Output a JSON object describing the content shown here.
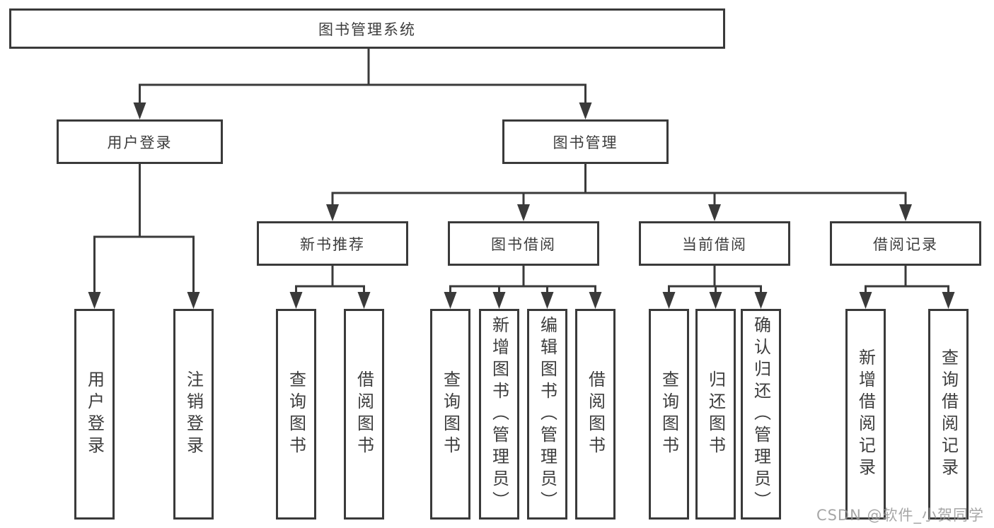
{
  "root": {
    "label": "图书管理系统"
  },
  "level1": [
    {
      "label": "用户登录"
    },
    {
      "label": "图书管理"
    }
  ],
  "level2": [
    {
      "label": "新书推荐"
    },
    {
      "label": "图书借阅"
    },
    {
      "label": "当前借阅"
    },
    {
      "label": "借阅记录"
    }
  ],
  "leaves": [
    {
      "label": "用户登录"
    },
    {
      "label": "注销登录"
    },
    {
      "label": "查询图书"
    },
    {
      "label": "借阅图书"
    },
    {
      "label": "查询图书"
    },
    {
      "label": "新增图书（管理员）"
    },
    {
      "label": "编辑图书（管理员）"
    },
    {
      "label": "借阅图书"
    },
    {
      "label": "查询图书"
    },
    {
      "label": "归还图书"
    },
    {
      "label": "确认归还（管理员）"
    },
    {
      "label": "新增借阅记录"
    },
    {
      "label": "查询借阅记录"
    }
  ],
  "watermark": {
    "text": "CSDN @软件_小贺同学"
  },
  "colors": {
    "line": "#3a3a3a",
    "text": "#3d3d3d",
    "watermark": "#969696",
    "background": "#ffffff"
  }
}
